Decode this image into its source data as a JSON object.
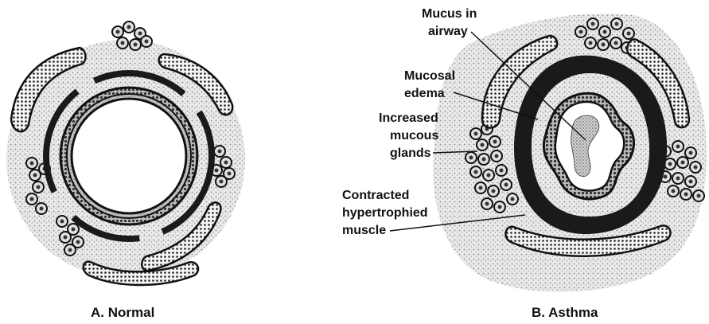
{
  "panels": {
    "normal": {
      "caption": "A. Normal"
    },
    "asthma": {
      "caption": "B. Asthma"
    }
  },
  "labels": {
    "mucus_line1": "Mucus in",
    "mucus_line2": "airway",
    "edema_line1": "Mucosal",
    "edema_line2": "edema",
    "glands_line1": "Increased",
    "glands_line2": "mucous",
    "glands_line3": "glands",
    "muscle_line1": "Contracted",
    "muscle_line2": "hypertrophied",
    "muscle_line3": "muscle"
  },
  "colors": {
    "ink": "#111111",
    "stipple": "#9a9a9a",
    "muscle": "#1a1a1a",
    "paper": "#ffffff"
  }
}
